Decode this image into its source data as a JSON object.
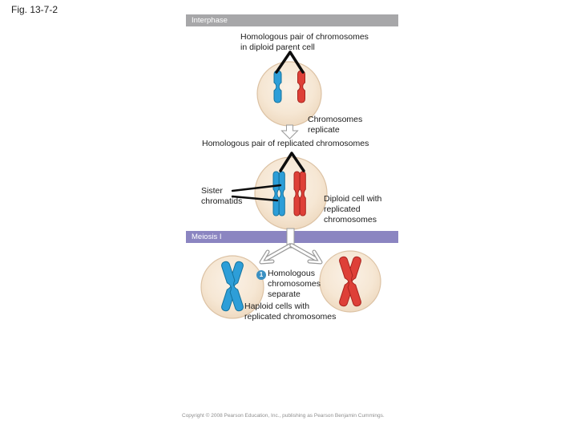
{
  "figure_label": "Fig. 13-7-2",
  "stages": {
    "interphase": "Interphase",
    "meiosis_i": "Meiosis I"
  },
  "annotations": {
    "parent_cell": "Homologous pair of chromosomes\nin diploid parent cell",
    "replicate": "Chromosomes\nreplicate",
    "replicated_pair": "Homologous pair of replicated chromosomes",
    "sister_chromatids": "Sister\nchromatids",
    "diploid_cell": "Diploid cell with\nreplicated\nchromosomes",
    "step1_number": "1",
    "step1": "Homologous\nchromosomes\nseparate",
    "haploid_cells": "Haploid cells with\nreplicated chromosomes",
    "copyright": "Copyright © 2008 Pearson Education, Inc., publishing as Pearson Benjamin Cummings."
  },
  "colors": {
    "chromosome_blue": "#2d9ed8",
    "chromosome_red": "#de4038",
    "cell_fill": "#f7ead9",
    "cell_border": "#dcc2a4",
    "interphase_banner": "#a7a7a9",
    "meiosis_banner": "#8b85c1",
    "step_badge": "#3a90c2"
  },
  "diagram": {
    "cells": [
      {
        "name": "diploid parent cell",
        "stage": "Interphase",
        "chromosomes": [
          "blue unreplicated",
          "red unreplicated"
        ]
      },
      {
        "name": "diploid cell with replicated chromosomes",
        "stage": "Interphase",
        "chromosomes": [
          "blue replicated (2 sister chromatids)",
          "red replicated (2 sister chromatids)"
        ]
      },
      {
        "name": "haploid cell left",
        "stage": "after Meiosis I",
        "chromosomes": [
          "blue replicated"
        ]
      },
      {
        "name": "haploid cell right",
        "stage": "after Meiosis I",
        "chromosomes": [
          "red replicated"
        ]
      }
    ]
  }
}
